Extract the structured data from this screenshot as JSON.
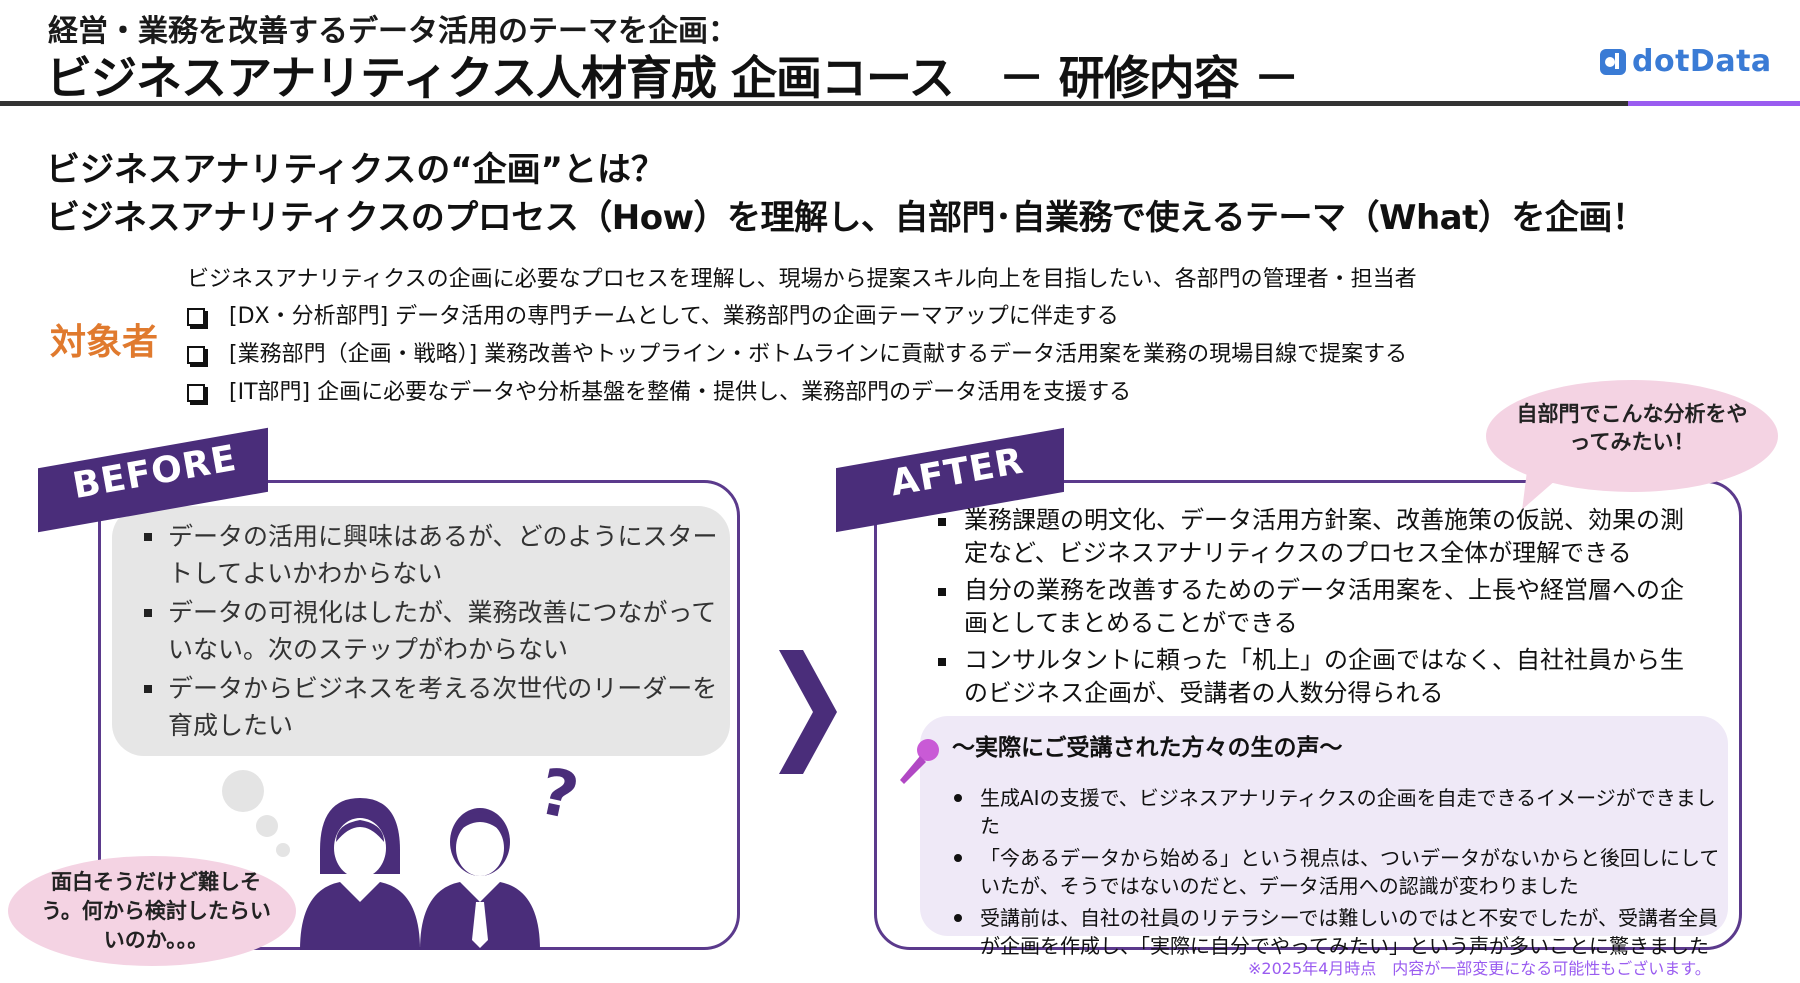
{
  "header": {
    "line1": "経営・業務を改善するデータ活用のテーマを企画：",
    "line2": "ビジネスアナリティクス人材育成 企画コース　－ 研修内容 －",
    "logo_text": "dotData",
    "logo_icon": "dotdata-logo-icon",
    "accent_color": "#9a5cf0"
  },
  "heading": {
    "line1": "ビジネスアナリティクスの“企画”とは？",
    "line2": "ビジネスアナリティクスのプロセス（How）を理解し、自部門･自業務で使えるテーマ（What）を企画！"
  },
  "target": {
    "label": "対象者",
    "label_color": "#e07a2e",
    "intro": "ビジネスアナリティクスの企画に必要なプロセスを理解し、現場から提案スキル向上を目指したい、各部門の管理者・担当者",
    "items": [
      "[DX・分析部門] データ活用の専門チームとして、業務部門の企画テーマアップに伴走する",
      "[業務部門（企画・戦略）] 業務改善やトップライン・ボトムラインに貢献するデータ活用案を業務の現場目線で提案する",
      "[IT部門] 企画に必要なデータや分析基盤を整備・提供し、業務部門のデータ活用を支援する"
    ]
  },
  "before": {
    "tag": "BEFORE",
    "items": [
      "データの活用に興味はあるが、どのようにスタートしてよいかわからない",
      "データの可視化はしたが、業務改善につながっていない。次のステップがわからない",
      "データからビジネスを考える次世代のリーダーを育成したい"
    ],
    "speech": "面白そうだけど難しそう。何から検討したらいいのか。。。",
    "question_mark": "?"
  },
  "after": {
    "tag": "AFTER",
    "items": [
      "業務課題の明文化、データ活用方針案、改善施策の仮説、効果の測定など、ビジネスアナリティクスのプロセス全体が理解できる",
      "自分の業務を改善するためのデータ活用案を、上長や経営層への企画としてまとめることができる",
      "コンサルタントに頼った「机上」の企画ではなく、自社社員から生のビジネス企画が、受講者の人数分得られる"
    ],
    "speech": "自部門でこんな分析をやってみたい！",
    "voices": {
      "title": "～実際にご受講された方々の生の声～",
      "icon": "microphone-icon",
      "items": [
        "生成AIの支援で、ビジネスアナリティクスの企画を自走できるイメージができました",
        "「今あるデータから始める」という視点は、ついデータがないからと後回しにしていたが、そうではないのだと、データ活用への認識が変わりました",
        "受講前は、自社の社員のリテラシーでは難しいのではと不安でしたが、受講者全員が企画を作成し、「実際に自分でやってみたい」という声が多いことに驚きました"
      ]
    }
  },
  "footnote": "※2025年4月時点　内容が一部変更になる可能性もございます。",
  "colors": {
    "purple_dark": "#4a2d7a",
    "pink_bubble": "#f4d3e3",
    "voice_bg": "#efe9f7"
  }
}
